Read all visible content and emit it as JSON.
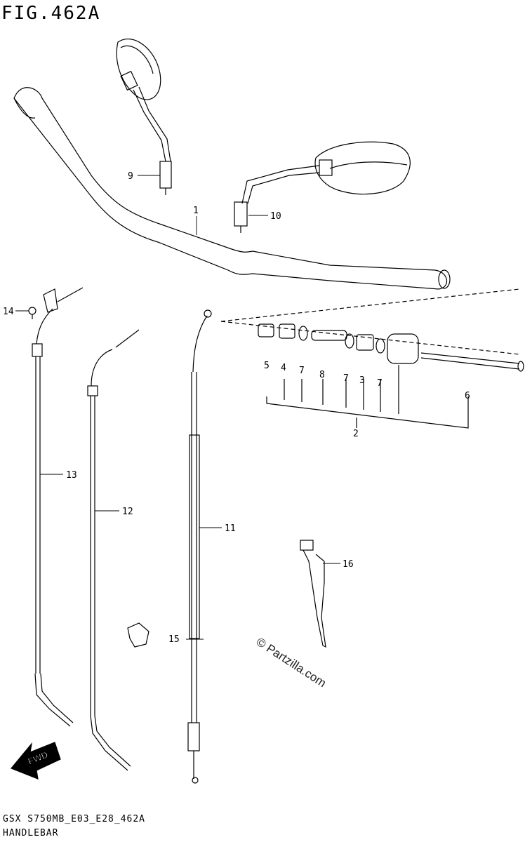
{
  "figure_title": "FIG.462A",
  "drawing_code": "GSX S750MB_E03_E28_462A",
  "caption": "HANDLEBAR",
  "watermark": "© Partzilla.com",
  "direction_arrow": "FWD",
  "callouts": [
    "1",
    "2",
    "3",
    "4",
    "5",
    "6",
    "7",
    "7",
    "7",
    "8",
    "9",
    "10",
    "11",
    "12",
    "13",
    "14",
    "15",
    "16"
  ]
}
